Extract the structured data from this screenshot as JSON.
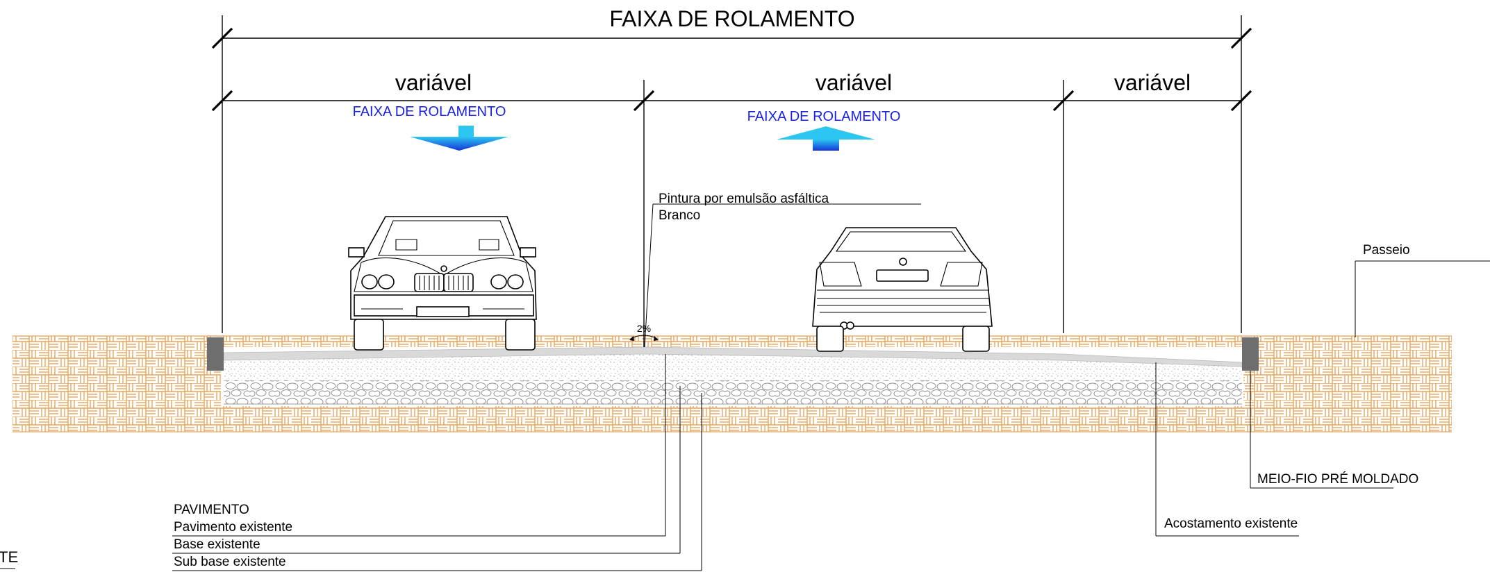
{
  "dimensions": {
    "overall": "FAIXA DE ROLAMENTO",
    "segments": [
      "variável",
      "variável",
      "variável"
    ]
  },
  "lanes": [
    {
      "label": "FAIXA DE ROLAMENTO",
      "arrow": "down"
    },
    {
      "label": "FAIXA DE ROLAMENTO",
      "arrow": "up"
    }
  ],
  "paint_note": {
    "line1": "Pintura por emulsão asfáltica",
    "line2": "Branco"
  },
  "slope": "2%",
  "sidewalk": "Passeio",
  "curb": "MEIO-FIO PRÉ MOLDADO",
  "shoulder": "Acostamento existente",
  "pavement": {
    "title": "PAVIMENTO",
    "layers": [
      "Pavimento existente",
      "Base existente",
      "Sub base existente"
    ]
  },
  "edge_fragment": "TE",
  "colors": {
    "soil": "#e8a45a",
    "lane_label": "#1a22e6",
    "arrow": "#1e6fe8",
    "curb": "#6e6e6e"
  }
}
